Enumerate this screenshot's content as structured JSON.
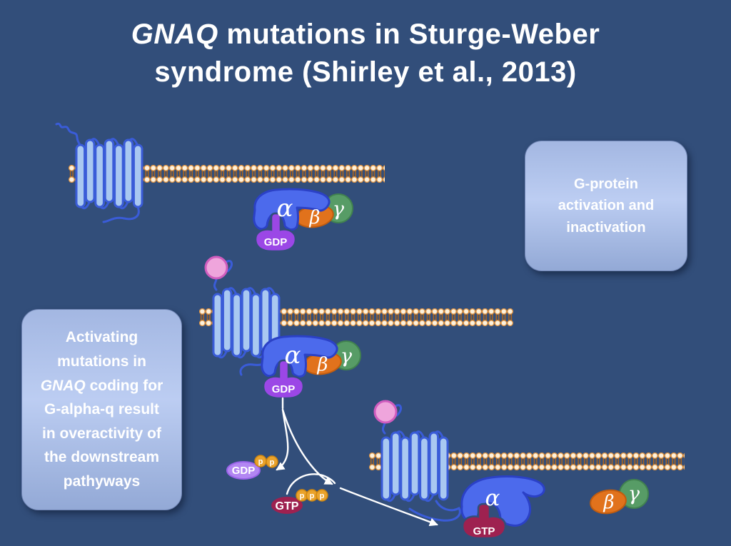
{
  "title": {
    "gene": "GNAQ",
    "line1_rest": " mutations in Sturge-Weber",
    "line2": "syndrome (Shirley et al., 2013)"
  },
  "callout_right": {
    "line1": "G-protein",
    "line2": "activation and",
    "line3": "inactivation"
  },
  "callout_left": {
    "line1": "Activating",
    "line2": "mutations in",
    "line3_italic": "GNAQ",
    "line3_rest": " coding for",
    "line4": "G-alpha-q result",
    "line5": "in overactivity of",
    "line6": "the downstream",
    "line7": "pathyways"
  },
  "labels": {
    "alpha": "α",
    "beta": "β",
    "gamma": "γ",
    "gdp": "GDP",
    "gtp": "GTP",
    "phosphate": "p"
  },
  "colors": {
    "background": "#324e7a",
    "title_text": "#ffffff",
    "alpha_blue": "#4c6aec",
    "alpha_stroke": "#2b41c6",
    "beta_orange": "#e1721c",
    "beta_stroke": "#c25c0e",
    "gamma_green": "#579c66",
    "gamma_stroke": "#41824f",
    "gdp_purple": "#9b47e6",
    "gdp_free_purple": "#b286f2",
    "gdp_free_stroke": "#9a63ea",
    "gtp_maroon": "#9e2150",
    "phosphate_gold": "#eaa32c",
    "phosphate_stroke": "#cd850f",
    "ligand_pink": "#efa5dc",
    "ligand_stroke": "#d05cbe",
    "receptor_fill": "#a9c8f1",
    "receptor_stroke": "#3a5cd8",
    "membrane_head": "#fcf2df",
    "membrane_head_stroke": "#dd9140",
    "membrane_tail": "#a8641f",
    "callout_grad_top": "#a3b7e2",
    "callout_grad_mid": "#bccdf2",
    "callout_grad_bottom": "#93a9d6",
    "callout_border": "#7085b5",
    "arrow_white": "#ffffff"
  }
}
